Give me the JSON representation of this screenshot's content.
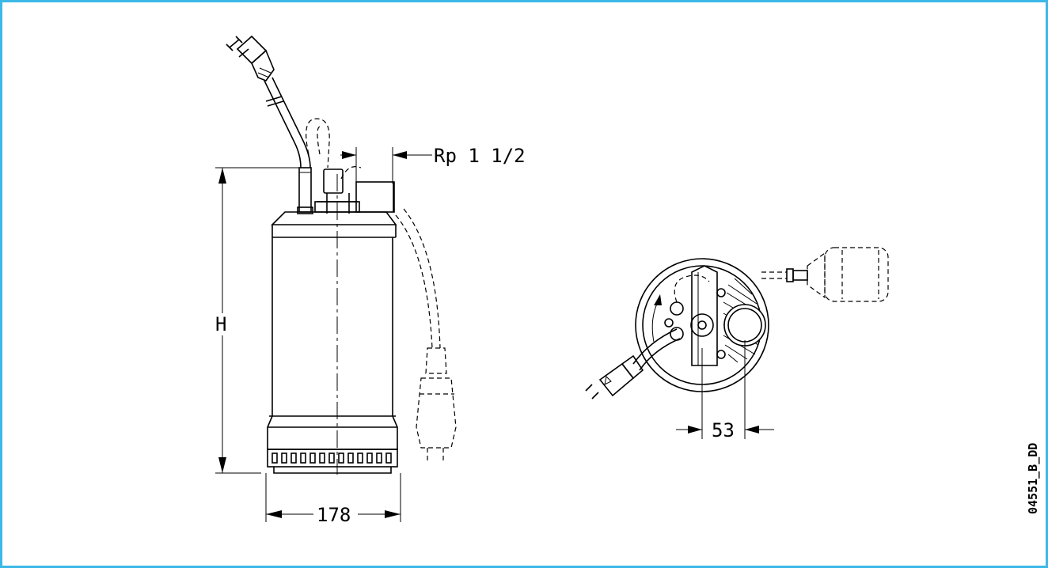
{
  "drawing": {
    "labels": {
      "outlet_thread": "Rp  1  1/2",
      "height": "H",
      "width": "178",
      "offset": "53",
      "drawing_code": "04551_B_DD"
    },
    "colors": {
      "frame": "#3cb8e6",
      "line": "#000000",
      "background": "#ffffff"
    }
  }
}
